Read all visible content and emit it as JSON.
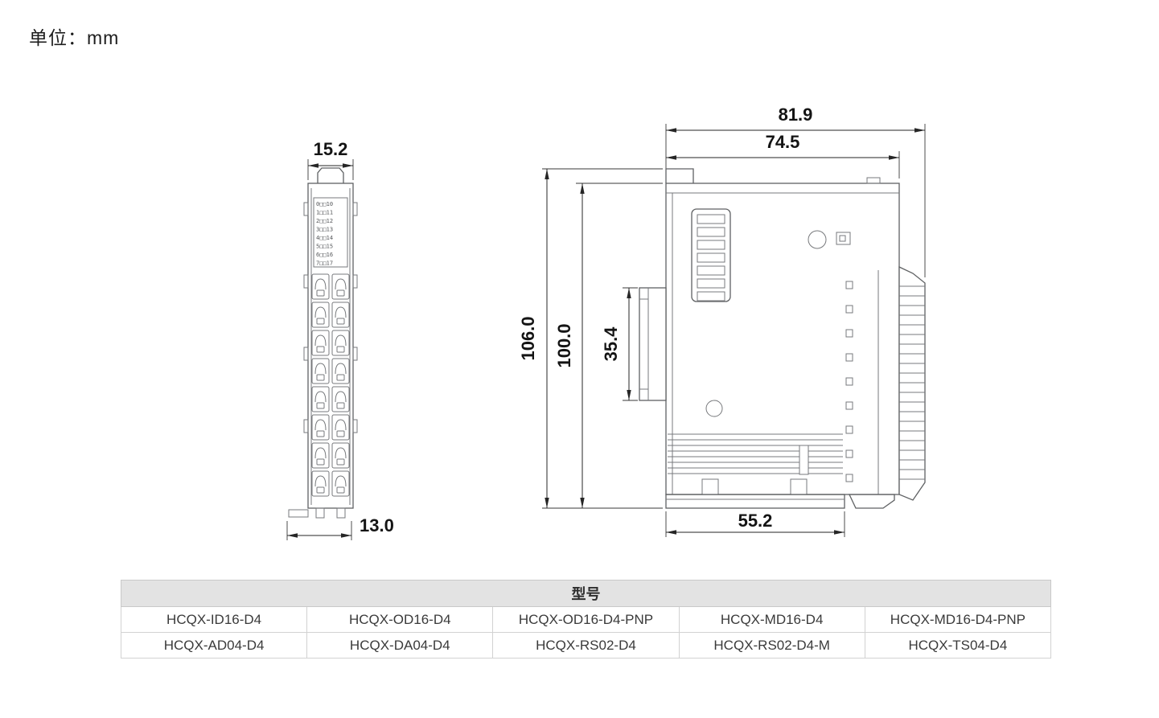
{
  "unit_label": "单位：mm",
  "front_view": {
    "dim_width": "15.2",
    "dim_depth": "13.0",
    "terminal_labels": [
      "0□□10",
      "1□□11",
      "2□□12",
      "3□□13",
      "4□□14",
      "5□□15",
      "6□□16",
      "7□□17"
    ]
  },
  "side_view": {
    "dim_total_width": "81.9",
    "dim_body_width": "74.5",
    "dim_total_height": "106.0",
    "dim_body_height": "100.0",
    "dim_latch_height": "35.4",
    "dim_bottom_width": "55.2"
  },
  "table": {
    "header": "型号",
    "rows": [
      [
        "HCQX-ID16-D4",
        "HCQX-OD16-D4",
        "HCQX-OD16-D4-PNP",
        "HCQX-MD16-D4",
        "HCQX-MD16-D4-PNP"
      ],
      [
        "HCQX-AD04-D4",
        "HCQX-DA04-D4",
        "HCQX-RS02-D4",
        "HCQX-RS02-D4-M",
        "HCQX-TS04-D4"
      ]
    ]
  }
}
